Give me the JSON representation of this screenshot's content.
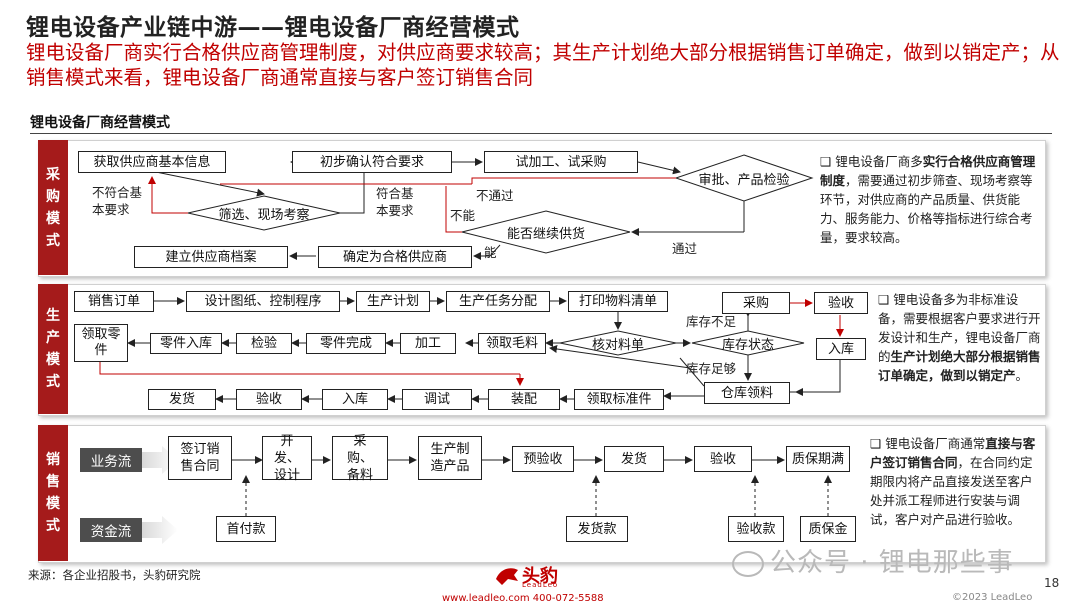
{
  "title": "锂电设备产业链中游——锂电设备厂商经营模式",
  "subtitle": "锂电设备厂商实行合格供应商管理制度，对供应商要求较高；其生产计划绝大部分根据销售订单确定，做到以销定产；从销售模式来看，锂电设备厂商通常直接与客户签订销售合同",
  "section_heading": "锂电设备厂商经营模式",
  "procurement": {
    "sidebar": "采购模式",
    "boxes": {
      "get_info": "获取供应商基本信息",
      "screen": "筛选、现场考察",
      "confirm": "初步确认符合要求",
      "trial": "试加工、试采购",
      "review": "审批、产品检验",
      "can_continue": "能否继续供货",
      "qualified": "确定为合格供应商",
      "archive": "建立供应商档案"
    },
    "labels": {
      "not_meet": "不符合基本要求",
      "meet": "符合基本要求",
      "fail": "不通过",
      "cannot": "不能",
      "can": "能",
      "pass": "通过"
    },
    "note_pre": "锂电设备厂商多",
    "note_bold": "实行合格供应商管理制度",
    "note_post": "，需要通过初步筛查、现场考察等环节，对供应商的产品质量、供货能力、服务能力、价格等指标进行综合考量，要求较高。"
  },
  "production": {
    "sidebar": "生产模式",
    "boxes": {
      "sales_order": "销售订单",
      "design": "设计图纸、控制程序",
      "plan": "生产计划",
      "task": "生产任务分配",
      "bom": "打印物料清单",
      "purchase": "采购",
      "accept_top": "验收",
      "check_material": "核对料单",
      "stock_status": "库存状态",
      "store_in_right": "入库",
      "get_parts": "领取零件",
      "parts_in": "零件入库",
      "inspect": "检验",
      "parts_done": "零件完成",
      "process": "加工",
      "get_blank": "领取毛料",
      "warehouse": "仓库领料",
      "ship": "发货",
      "accept_bottom": "验收",
      "store_in_bottom": "入库",
      "debug": "调试",
      "assemble": "装配",
      "get_std": "领取标准件"
    },
    "labels": {
      "stock_short": "库存不足",
      "stock_ok": "库存足够"
    },
    "note_pre": "锂电设备多为非标准设备，需要根据客户要求进行开发设计和生产，锂电设备厂商的",
    "note_bold": "生产计划绝大部分根据销售订单确定，做到以销定产",
    "note_post": "。"
  },
  "sales": {
    "sidebar": "销售模式",
    "business_flow": "业务流",
    "cash_flow": "资金流",
    "boxes": {
      "contract": "签订销售合同",
      "dev": "开发、设计",
      "purchase": "采购、备料",
      "manufacture": "生产制造产品",
      "pre_accept": "预验收",
      "deliver": "发货",
      "accept": "验收",
      "warranty": "质保期满",
      "first_pay": "首付款",
      "deliver_pay": "发货款",
      "accept_pay": "验收款",
      "warranty_pay": "质保金"
    },
    "note_pre": "锂电设备厂商通常",
    "note_bold": "直接与客户签订销售合同",
    "note_post": "，在合同约定期限内将产品直接发送至客户处并派工程师进行安装与调试，客户对产品进行验收。"
  },
  "footer": {
    "source": "来源：各企业招股书，头豹研究院",
    "logo": "头豹",
    "logo_sub": "LeadLeo",
    "contact": "www.leadleo.com   400-072-5588",
    "page": "18",
    "copyright": "©2023 LeadLeo",
    "watermark": "公众号 · 锂电那些事"
  },
  "colors": {
    "accent": "#c00000",
    "sidebar": "#a51b1b",
    "arrow_red": "#c00000"
  }
}
